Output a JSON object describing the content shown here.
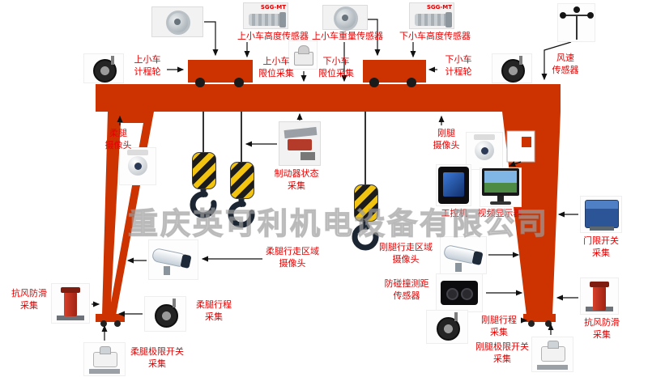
{
  "watermark": "重庆英可利机电设备有限公司",
  "colors": {
    "crane_red": "#cc3300",
    "label_red": "#e60000"
  },
  "photo_tags": {
    "upper_motor": "SGG-MT",
    "lower_motor": "SGG-MT"
  },
  "labels": {
    "upper_trolley_height_sensor": "上小车高度传感器",
    "upper_trolley_weight_sensor": "上小车重量传感器",
    "lower_trolley_height_sensor": "下小车高度传感器",
    "upper_trolley_odometer": {
      "l1": "上小车",
      "l2": "计程轮"
    },
    "upper_trolley_limit": {
      "l1": "上小车",
      "l2": "限位采集"
    },
    "lower_trolley_limit": {
      "l1": "下小车",
      "l2": "限位采集"
    },
    "lower_trolley_odometer": {
      "l1": "下小车",
      "l2": "计程轮"
    },
    "wind_speed_sensor": {
      "l1": "风速",
      "l2": "传感器"
    },
    "flexible_leg_camera": {
      "l1": "柔腿",
      "l2": "摄像头"
    },
    "brake_status_collection": {
      "l1": "制动器状态",
      "l2": "采集"
    },
    "rigid_leg_camera": {
      "l1": "刚腿",
      "l2": "摄像头"
    },
    "industrial_pc": "工控机",
    "video_display": "视频显示器",
    "door_limit_switch": {
      "l1": "门限开关",
      "l2": "采集"
    },
    "flexible_leg_area_camera": {
      "l1": "柔腿行走区域",
      "l2": "摄像头"
    },
    "rigid_leg_area_camera": {
      "l1": "刚腿行走区域",
      "l2": "摄像头"
    },
    "anti_collision_sensor": {
      "l1": "防碰撞测距",
      "l2": "传感器"
    },
    "flexible_leg_travel": {
      "l1": "柔腿行程",
      "l2": "采集"
    },
    "rigid_leg_travel": {
      "l1": "刚腿行程",
      "l2": "采集"
    },
    "anti_wind_skid_left": {
      "l1": "抗风防滑",
      "l2": "采集"
    },
    "anti_wind_skid_right": {
      "l1": "抗风防滑",
      "l2": "采集"
    },
    "flexible_leg_limit_switch": {
      "l1": "柔腿极限开关",
      "l2": "采集"
    },
    "rigid_leg_limit_switch": {
      "l1": "刚腿极限开关",
      "l2": "采集"
    }
  }
}
